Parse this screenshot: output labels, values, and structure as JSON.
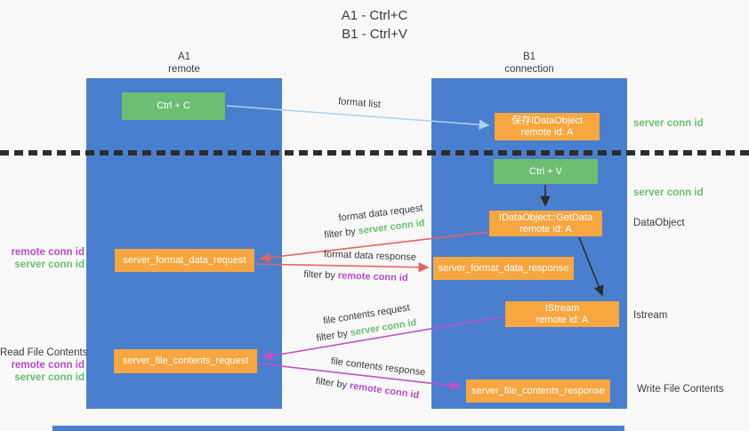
{
  "title": {
    "line1": "A1 - Ctrl+C",
    "line2": "B1 - Ctrl+V"
  },
  "columns": {
    "a": {
      "id": "A1",
      "subtitle": "remote"
    },
    "b": {
      "id": "B1",
      "subtitle": "connection"
    }
  },
  "boxes": {
    "ctrl_c": {
      "label": "Ctrl + C"
    },
    "save_dataobject": {
      "line1": "保存IDataObject",
      "line2": "remote id: A"
    },
    "ctrl_v": {
      "label": "Ctrl + V"
    },
    "getdata": {
      "line1": "IDataObject::GetData",
      "line2": "remote id: A"
    },
    "format_request": {
      "label": "server_format_data_request"
    },
    "format_response": {
      "label": "server_format_data_response"
    },
    "istream": {
      "line1": "IStream",
      "line2": "remote id: A"
    },
    "file_request": {
      "label": "server_file_contents_request"
    },
    "file_response": {
      "label": "server_file_contents_response"
    }
  },
  "arrow_labels": {
    "format_list": "format list",
    "format_data_request": "format data request",
    "format_data_request_filter_prefix": "filter by ",
    "format_data_request_filter_value": "server conn id",
    "format_data_response": "format data response",
    "format_data_response_filter_prefix": "filter by ",
    "format_data_response_filter_value": "remote conn id",
    "file_contents_request": "file contents request",
    "file_contents_request_filter_prefix": "filter by ",
    "file_contents_request_filter_value": "server conn id",
    "file_contents_response": "file contents response",
    "file_contents_response_filter_prefix": "filter by ",
    "file_contents_response_filter_value": "remote conn id"
  },
  "side_labels": {
    "right_server_conn_1": "server conn id",
    "right_server_conn_2": "server conn id",
    "dataobject": "DataObject",
    "istream": "Istream",
    "write_file_contents": "Write File Contents",
    "left_remote_conn_1": "remote conn id",
    "left_server_conn_1": "server conn id",
    "read_file_contents": "Read File Contents",
    "left_remote_conn_2": "remote conn id",
    "left_server_conn_2": "server conn id"
  },
  "colors": {
    "column_blue": "#4a7fd0",
    "box_green": "#6cbe70",
    "box_orange": "#f7a640",
    "arrow_light_blue": "#add2f0",
    "arrow_red": "#e8625c",
    "arrow_magenta": "#be52c5",
    "arrow_black": "#2b2b2b",
    "label_green": "#6abf6b",
    "label_purple": "#b44ec8",
    "text_dark": "#3c3c3c"
  }
}
